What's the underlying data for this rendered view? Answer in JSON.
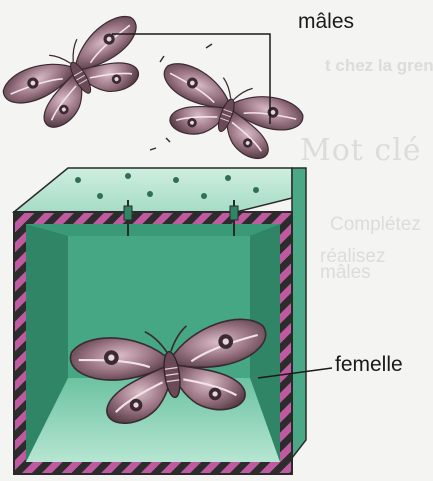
{
  "labels": {
    "males": "mâles",
    "female": "femelle"
  },
  "background_text": {
    "line1": "t chez la grenouille rousse",
    "line2": "Mot clé",
    "line3": "Complétez",
    "line4": "réalisez",
    "line5": "mâles"
  },
  "colors": {
    "box_green": "#3a9a77",
    "box_light": "#8ad1b5",
    "stripe_pink": "#c05aa0",
    "moth_body": "#7a5a66",
    "moth_light": "#c9a7b3"
  }
}
